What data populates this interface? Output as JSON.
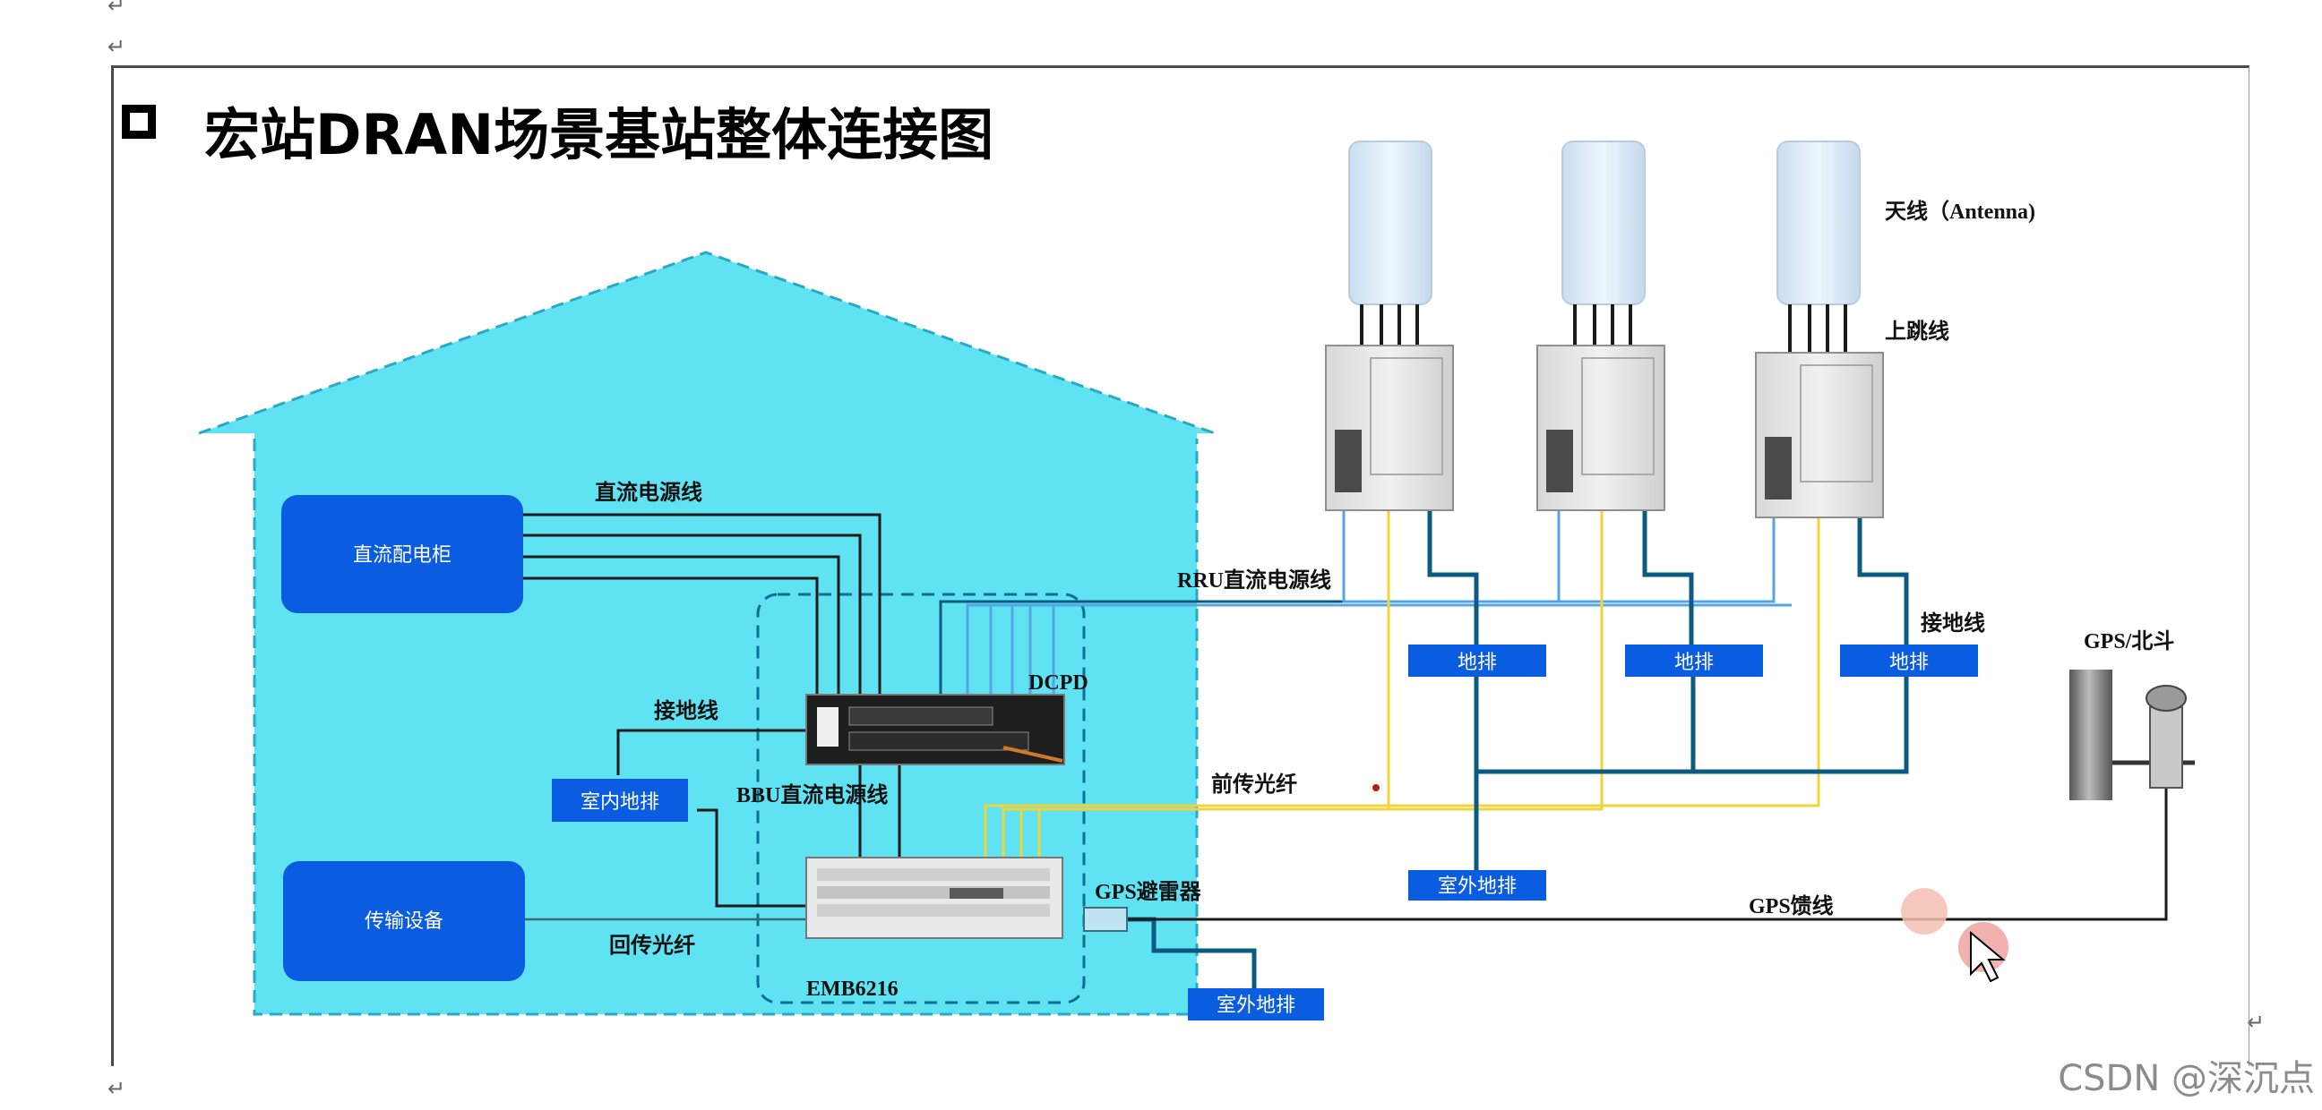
{
  "title": "宏站DRAN场景基站整体连接图",
  "return_mark": "↵",
  "labels": {
    "antenna": "天线（Antenna)",
    "jumper": "上跳线",
    "rru_dc_power": "RRU直流电源线",
    "ground_wire_right": "接地线",
    "gps_beidou": "GPS/北斗",
    "dc_power_line": "直流电源线",
    "dcpd": "DCPD",
    "ground_wire_left": "接地线",
    "bbu_dc_power": "BBU直流电源线",
    "fronthaul_fiber": "前传光纤",
    "gps_arrester": "GPS避雷器",
    "gps_feeder": "GPS馈线",
    "backhaul_fiber": "回传光纤",
    "emb6216": "EMB6216"
  },
  "boxes": {
    "dc_cabinet": "直流配电柜",
    "transport": "传输设备",
    "indoor_ground": "室内地排",
    "ground_bar_1": "地排",
    "ground_bar_2": "地排",
    "ground_bar_3": "地排",
    "outdoor_ground_1": "室外地排",
    "outdoor_ground_2": "室外地排"
  },
  "watermark": "CSDN @深沉点",
  "colors": {
    "house_fill": "#5fe3f3",
    "box_blue": "#0a5de0",
    "cable_black": "#1a1a1a",
    "cable_teal": "#0b5a80",
    "cable_light_blue": "#55a6e0",
    "cable_yellow": "#f2d43a",
    "dashed_box": "#0c6f93"
  }
}
